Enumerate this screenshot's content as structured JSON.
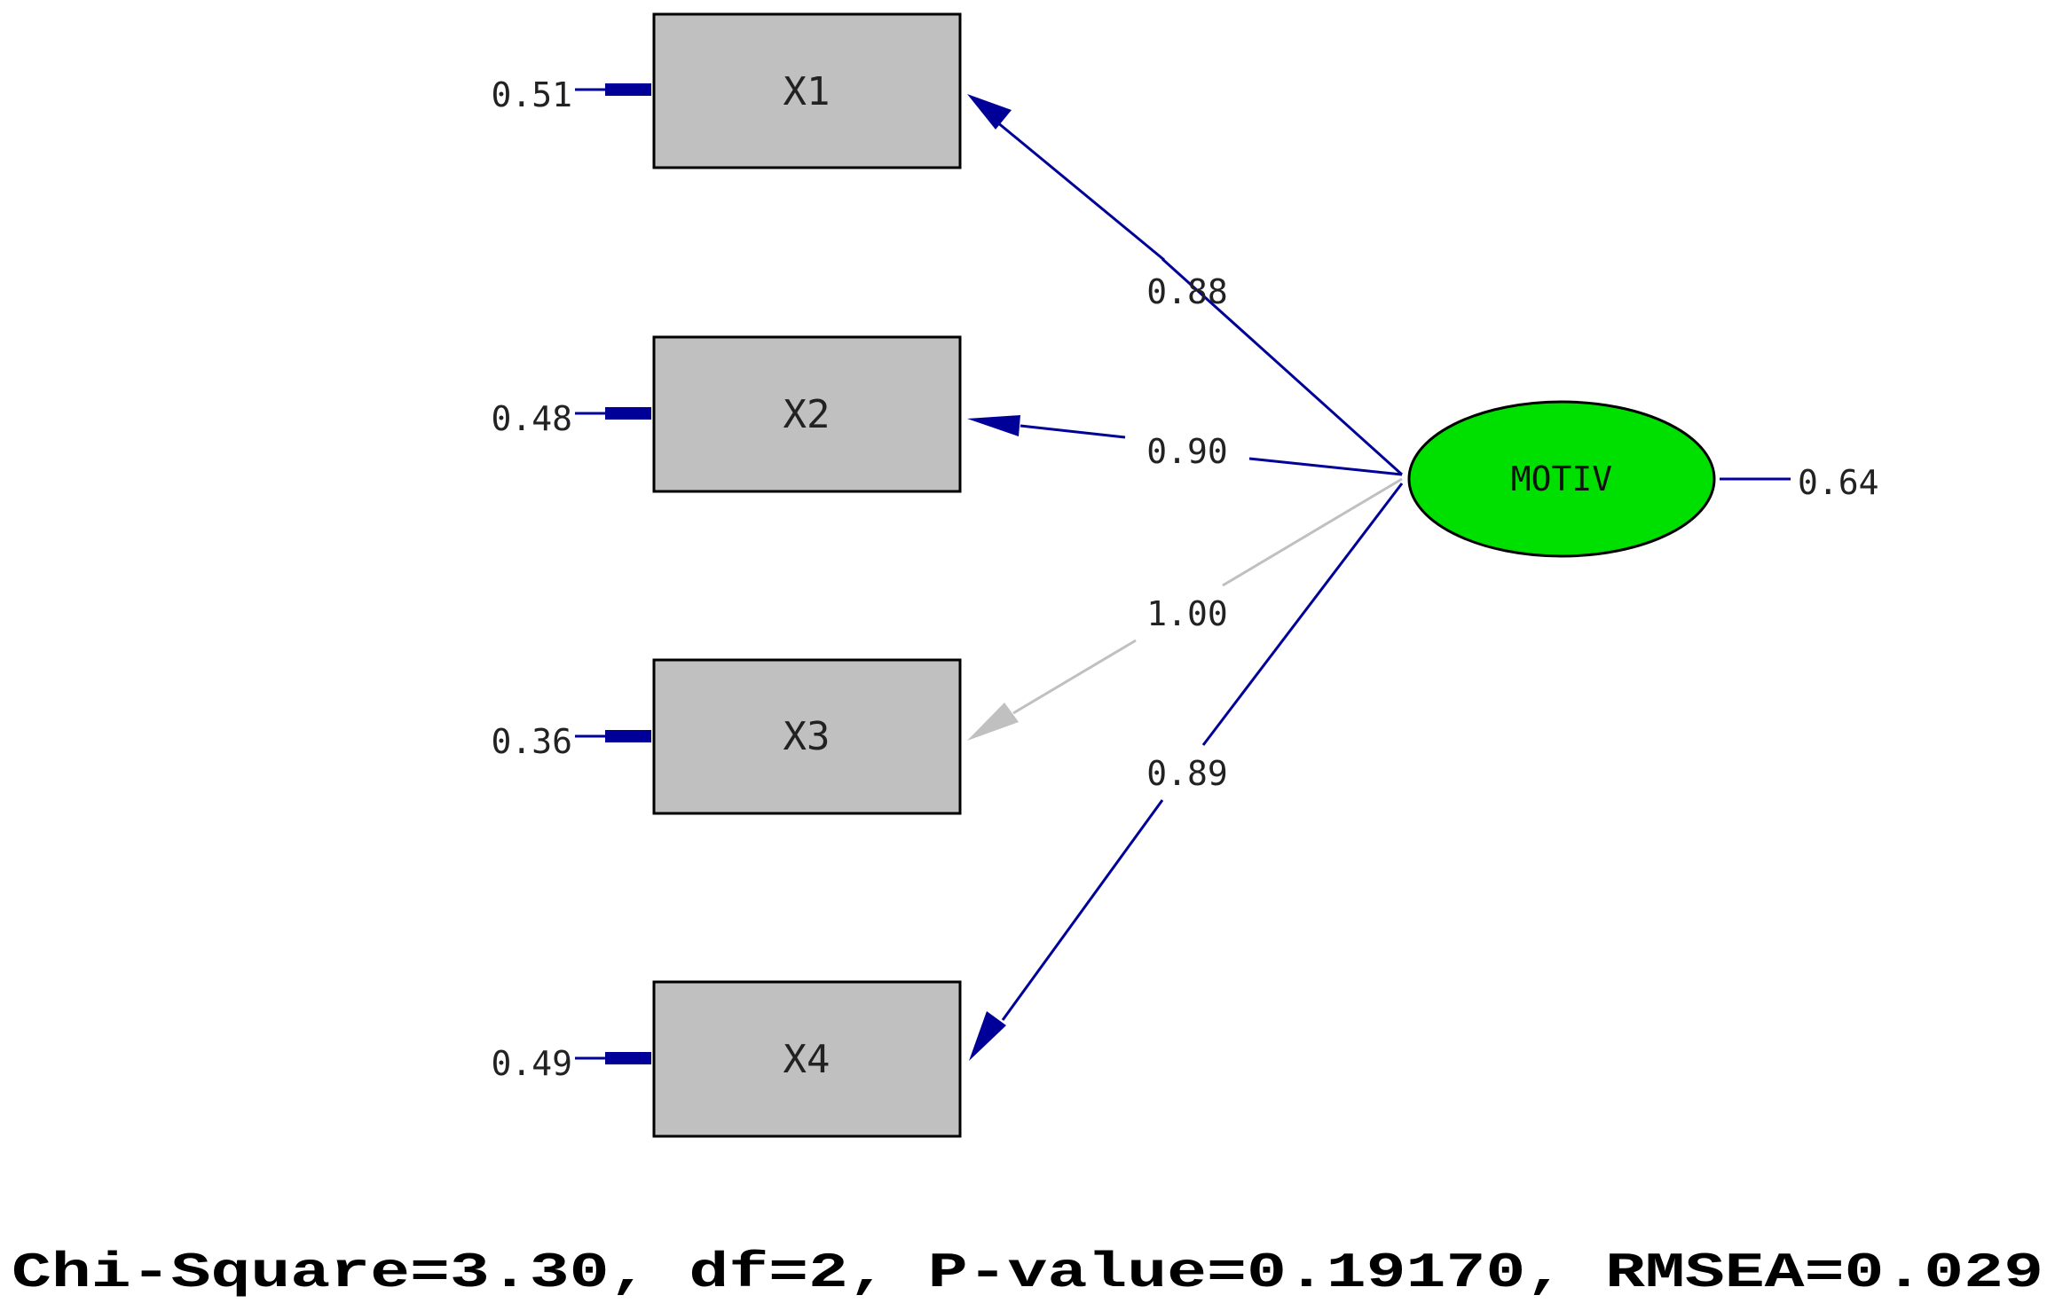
{
  "latent": {
    "label": "MOTIV",
    "variance": "0.64",
    "fill_color": "#00e000"
  },
  "indicators": [
    {
      "label": "X1",
      "error_variance": "0.51",
      "loading": "0.88",
      "path_color": "#000099"
    },
    {
      "label": "X2",
      "error_variance": "0.48",
      "loading": "0.90",
      "path_color": "#000099"
    },
    {
      "label": "X3",
      "error_variance": "0.36",
      "loading": "1.00",
      "path_color": "#c0c0c0"
    },
    {
      "label": "X4",
      "error_variance": "0.49",
      "loading": "0.89",
      "path_color": "#000099"
    }
  ],
  "fit_statistics": "Chi-Square=3.30, df=2, P-value=0.19170, RMSEA=0.029"
}
